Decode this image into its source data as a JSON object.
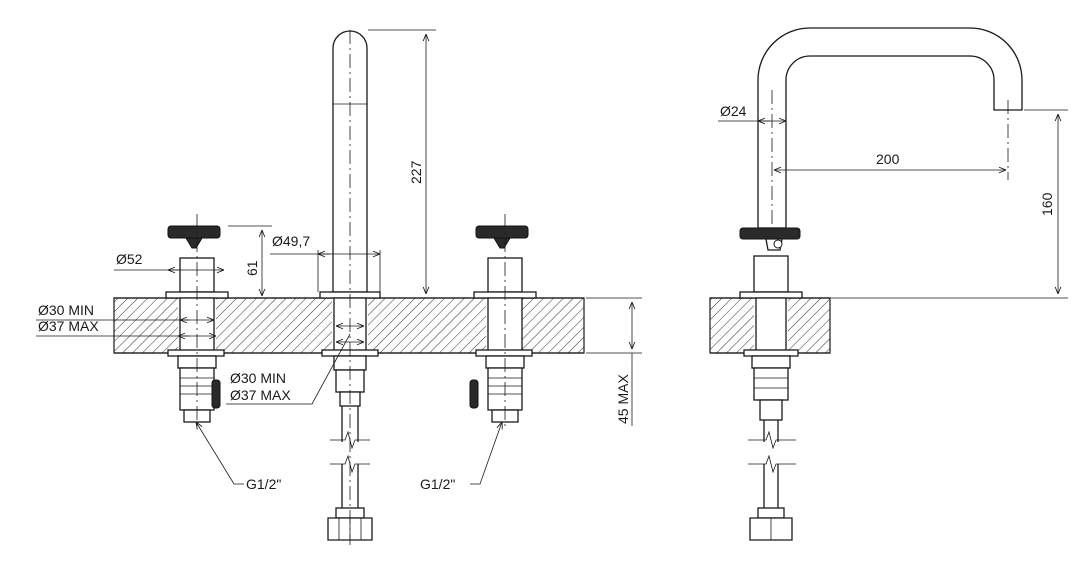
{
  "drawing": {
    "line_color": "#1a1a1a",
    "hatch_color": "#333333",
    "background": "#ffffff"
  },
  "dimensions": {
    "d52": "Ø52",
    "d49_7": "Ø49,7",
    "h61": "61",
    "h227": "227",
    "hole_left_min": "Ø30 MIN",
    "hole_left_max": "Ø37 MAX",
    "hole_center_min": "Ø30 MIN",
    "hole_center_max": "Ø37 MAX",
    "deck_max": "45 MAX",
    "thread_left": "G1/2\"",
    "thread_right": "G1/2\"",
    "d24": "Ø24",
    "reach_200": "200",
    "h160": "160"
  }
}
